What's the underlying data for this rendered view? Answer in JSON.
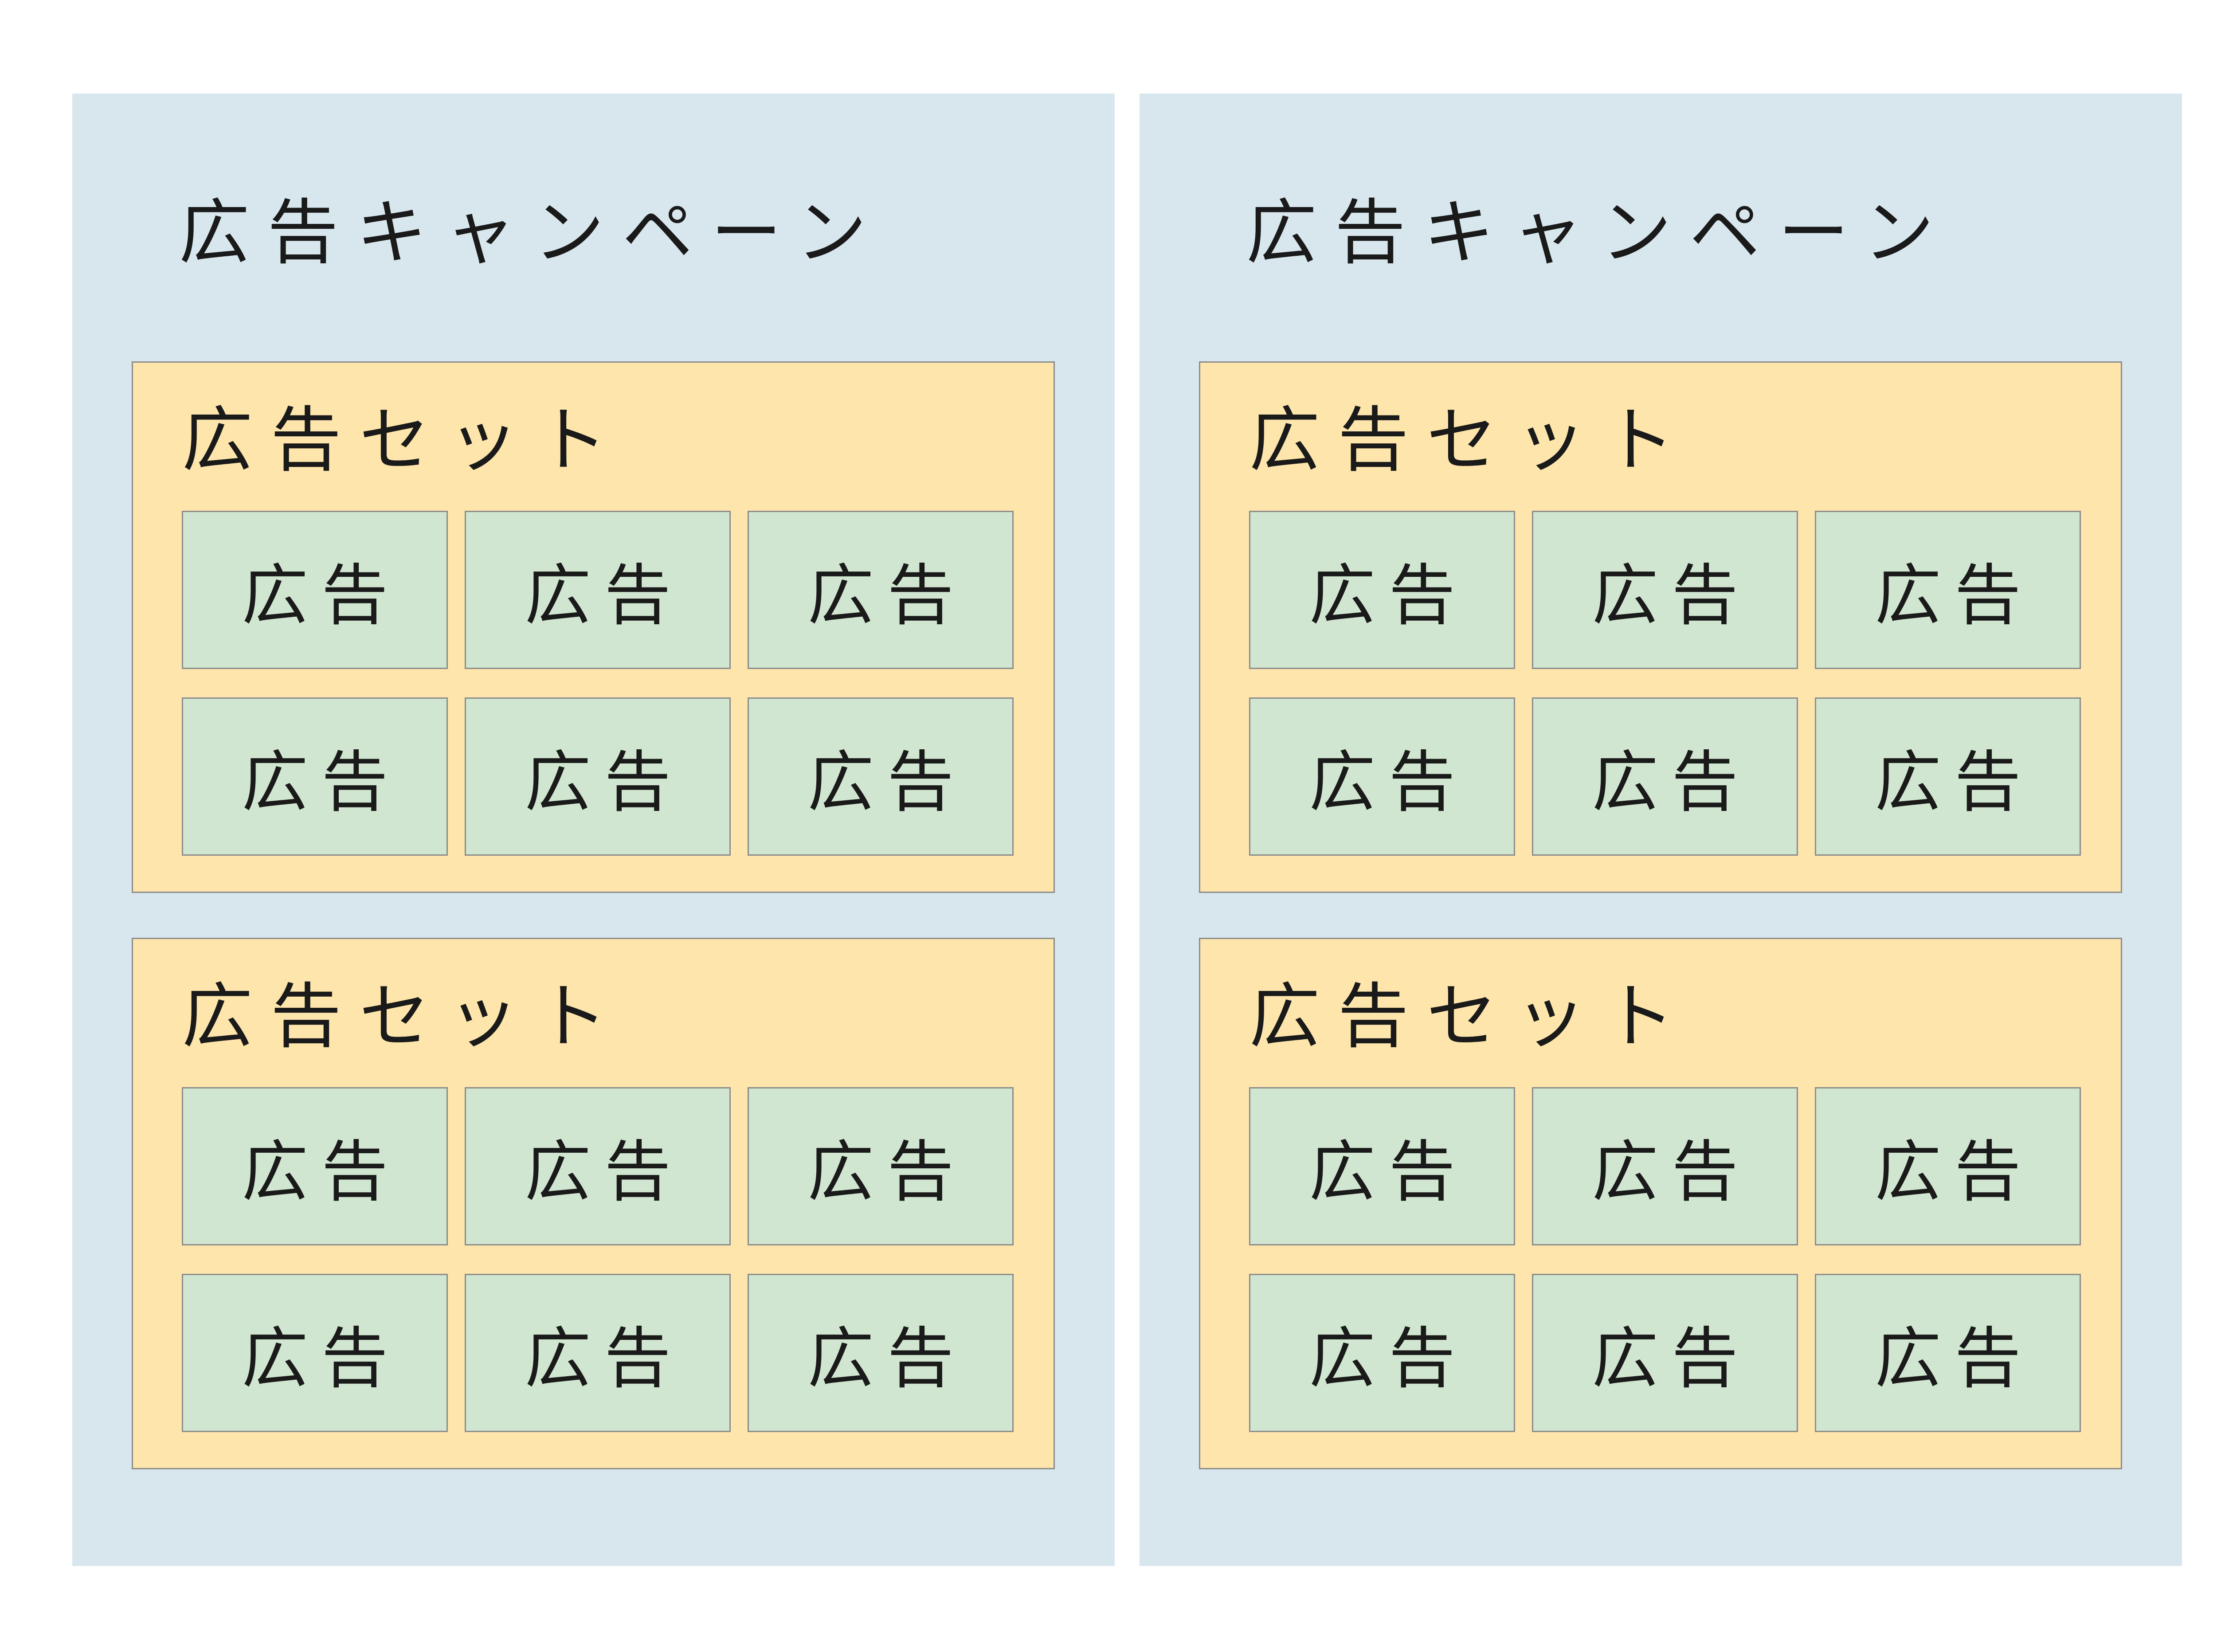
{
  "colors": {
    "background": "#ffffff",
    "campaign_fill": "#d8e7ee",
    "adset_fill": "#fde5ab",
    "ad_fill": "#d0e6d0",
    "border": "#8c8c8c",
    "text": "#1a1a1a"
  },
  "campaigns": [
    {
      "title": "広告キャンペーン",
      "adsets": [
        {
          "title": "広告セット",
          "ads": [
            "広告",
            "広告",
            "広告",
            "広告",
            "広告",
            "広告"
          ]
        },
        {
          "title": "広告セット",
          "ads": [
            "広告",
            "広告",
            "広告",
            "広告",
            "広告",
            "広告"
          ]
        }
      ]
    },
    {
      "title": "広告キャンペーン",
      "adsets": [
        {
          "title": "広告セット",
          "ads": [
            "広告",
            "広告",
            "広告",
            "広告",
            "広告",
            "広告"
          ]
        },
        {
          "title": "広告セット",
          "ads": [
            "広告",
            "広告",
            "広告",
            "広告",
            "広告",
            "広告"
          ]
        }
      ]
    }
  ]
}
